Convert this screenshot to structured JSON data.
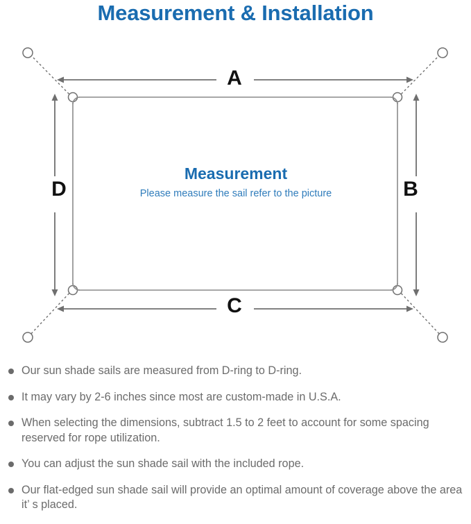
{
  "page": {
    "title": "Measurement & Installation",
    "title_color": "#1a6cb0",
    "background": "#ffffff"
  },
  "diagram": {
    "name": "sun-shade-sail-measurement-diagram",
    "center": {
      "heading": "Measurement",
      "subheading": "Please measure the sail refer to the picture",
      "heading_color": "#1a6cb0",
      "subheading_color": "#2f7cbb"
    },
    "dimension_labels": [
      {
        "id": "a",
        "label": "A",
        "position": "top",
        "orientation": "horizontal"
      },
      {
        "id": "b",
        "label": "B",
        "position": "right",
        "orientation": "vertical"
      },
      {
        "id": "c",
        "label": "C",
        "position": "bottom",
        "orientation": "horizontal"
      },
      {
        "id": "d",
        "label": "D",
        "position": "left",
        "orientation": "vertical"
      }
    ],
    "corner_rings": [
      {
        "id": "top-left",
        "name": "d-ring-top-left"
      },
      {
        "id": "top-right",
        "name": "d-ring-top-right"
      },
      {
        "id": "bottom-left",
        "name": "d-ring-bottom-left"
      },
      {
        "id": "bottom-right",
        "name": "d-ring-bottom-right"
      }
    ],
    "anchor_points": [
      {
        "id": "top-left",
        "name": "anchor-point-top-left"
      },
      {
        "id": "top-right",
        "name": "anchor-point-top-right"
      },
      {
        "id": "bottom-left",
        "name": "anchor-point-bottom-left"
      },
      {
        "id": "bottom-right",
        "name": "anchor-point-bottom-right"
      }
    ],
    "line_color": "#7a7a7a",
    "sail_outline_color": "#8a8a8a"
  },
  "notes": {
    "text_color": "#6b6b6b",
    "items": [
      "Our sun shade sails are measured from D-ring to D-ring.",
      "It may vary by 2-6 inches since most are custom-made in U.S.A.",
      "When selecting the dimensions, subtract 1.5 to 2 feet to account for some spacing reserved for rope utilization.",
      "You can adjust the sun shade sail with the included rope.",
      "Our flat-edged sun shade sail will provide an optimal amount of coverage above the area it’ s placed."
    ]
  }
}
